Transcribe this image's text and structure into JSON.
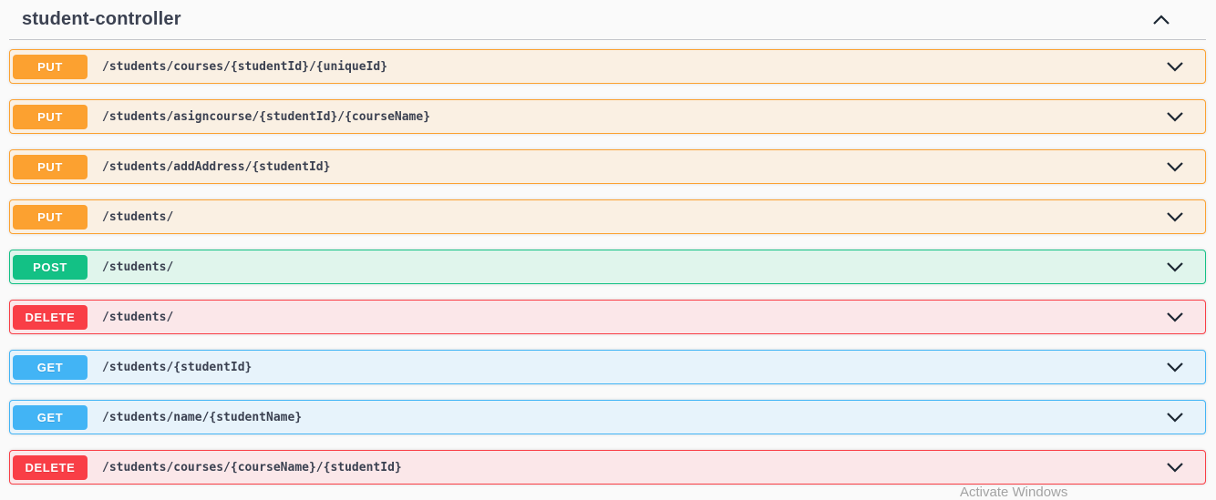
{
  "header": {
    "title": "student-controller"
  },
  "endpoints": [
    {
      "method": "PUT",
      "path": "/students/courses/{studentId}/{uniqueId}"
    },
    {
      "method": "PUT",
      "path": "/students/asigncourse/{studentId}/{courseName}"
    },
    {
      "method": "PUT",
      "path": "/students/addAddress/{studentId}"
    },
    {
      "method": "PUT",
      "path": "/students/"
    },
    {
      "method": "POST",
      "path": "/students/"
    },
    {
      "method": "DELETE",
      "path": "/students/"
    },
    {
      "method": "GET",
      "path": "/students/{studentId}"
    },
    {
      "method": "GET",
      "path": "/students/name/{studentName}"
    },
    {
      "method": "DELETE",
      "path": "/students/courses/{courseName}/{studentId}"
    }
  ],
  "method_colors": {
    "PUT": {
      "badge": "#fca130",
      "border": "#fca130",
      "background": "#faf0e3"
    },
    "POST": {
      "badge": "#13c185",
      "border": "#13c185",
      "background": "#e0f5ec"
    },
    "DELETE": {
      "badge": "#f93e46",
      "border": "#f93e46",
      "background": "#fbe7e9"
    },
    "GET": {
      "badge": "#42b4f5",
      "border": "#42b4f5",
      "background": "#e7f3fb"
    }
  },
  "watermark": "Activate Windows"
}
